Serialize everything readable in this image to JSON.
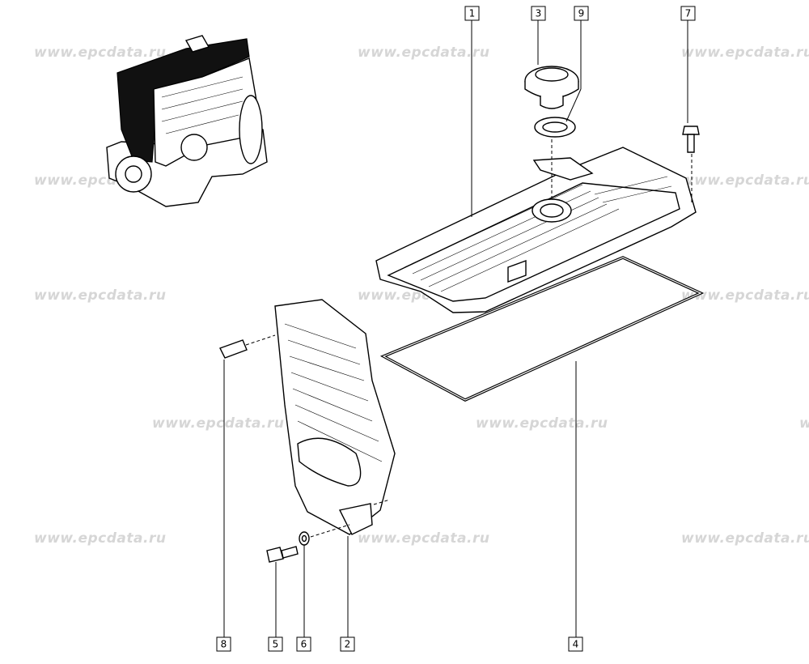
{
  "watermark": "www.epcdata.ru",
  "callouts": [
    {
      "label": "1"
    },
    {
      "label": "3"
    },
    {
      "label": "9"
    },
    {
      "label": "7"
    },
    {
      "label": "4"
    },
    {
      "label": "8"
    },
    {
      "label": "5"
    },
    {
      "label": "6"
    },
    {
      "label": "2"
    }
  ],
  "colors": {
    "line": "#000000",
    "watermark": "#d6d6d6",
    "background": "#ffffff"
  }
}
